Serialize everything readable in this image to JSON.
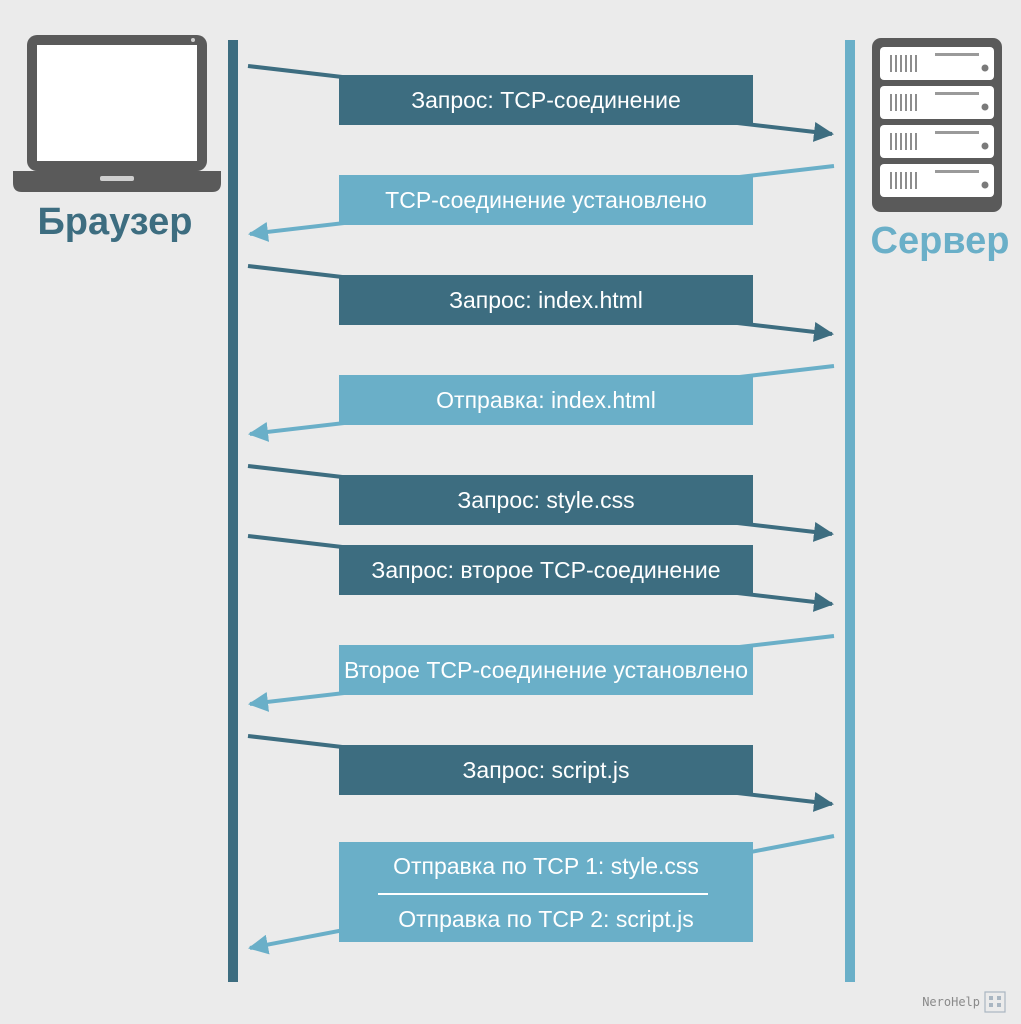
{
  "colors": {
    "background": "#ebebeb",
    "dark": "#3d6d80",
    "light": "#6aafc8",
    "browser_text": "#3d6d80",
    "server_text": "#6aafc8"
  },
  "browser": {
    "name": "Браузер",
    "icon": "laptop-icon"
  },
  "server": {
    "name": "Сервер",
    "icon": "server-rack-icon"
  },
  "messages": [
    {
      "direction": "to-server",
      "style": "dark",
      "label": "Запрос: TCP-соединение"
    },
    {
      "direction": "to-browser",
      "style": "light",
      "label": "TCP-соединение установлено"
    },
    {
      "direction": "to-server",
      "style": "dark",
      "label": "Запрос: index.html"
    },
    {
      "direction": "to-browser",
      "style": "light",
      "label": "Отправка: index.html"
    },
    {
      "direction": "to-server",
      "style": "dark",
      "label": "Запрос: style.css"
    },
    {
      "direction": "to-server",
      "style": "dark",
      "label": "Запрос: второе TCP-соединение"
    },
    {
      "direction": "to-browser",
      "style": "light",
      "label": "Второе TCP-соединение установлено"
    },
    {
      "direction": "to-server",
      "style": "dark",
      "label": "Запрос: script.js"
    },
    {
      "direction": "to-browser",
      "style": "light",
      "label": "Отправка по TCP 1: style.css",
      "label2": "Отправка по TCP 2: script.js"
    }
  ],
  "watermark": {
    "text": "NeroHelp",
    "icon": "building-icon"
  }
}
